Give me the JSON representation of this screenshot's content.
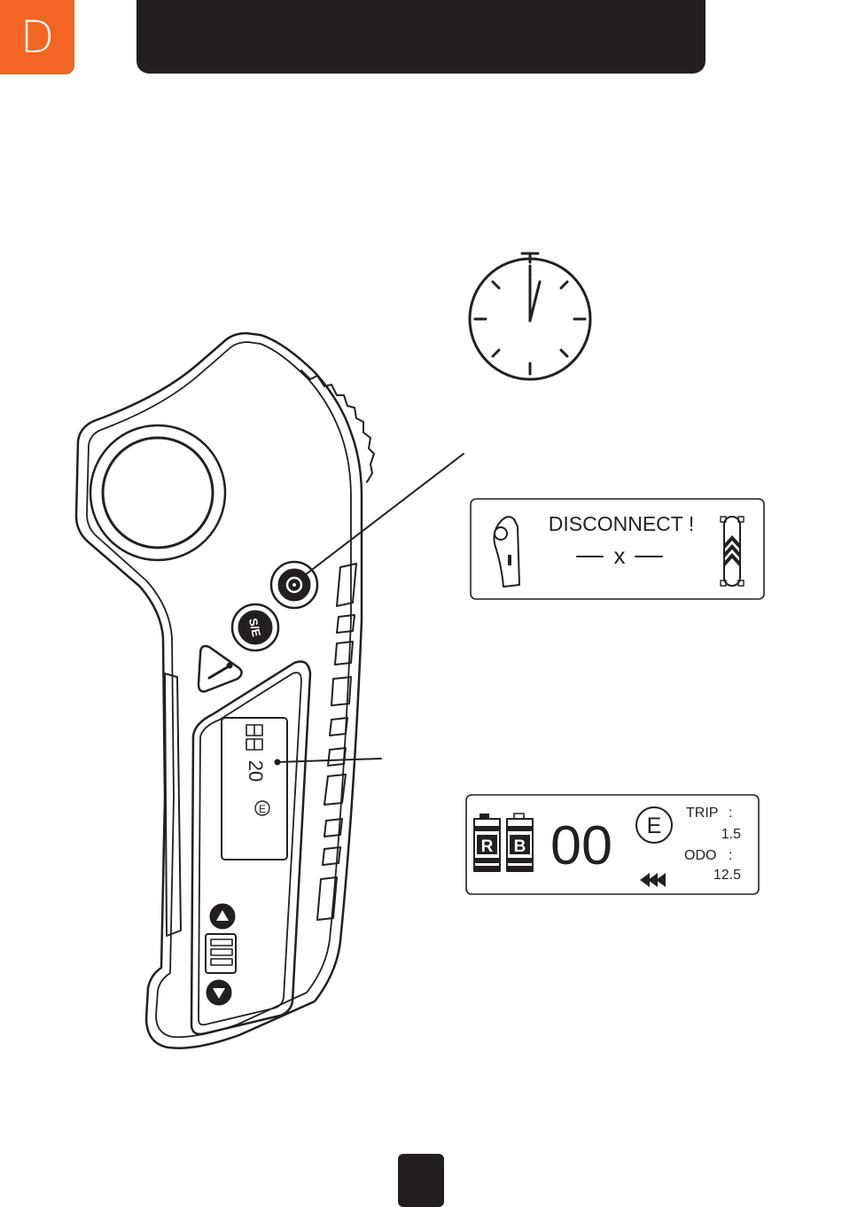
{
  "header": {
    "language_letter": "D",
    "accent_color": "#f26522",
    "bar_color": "#231f20"
  },
  "clock": {
    "icon": "stopwatch-icon"
  },
  "remote": {
    "power_button_icon": "power-icon",
    "mode_button_label": "S/E",
    "speed_mode": "E",
    "screen_speed": "20"
  },
  "disconnect_screen": {
    "title": "DISCONNECT !",
    "separator_mark": "x",
    "remote_icon": "remote-icon",
    "board_icon": "skateboard-icon"
  },
  "status_screen": {
    "remote_battery_label": "R",
    "board_battery_label": "B",
    "speed": "00",
    "mode": "E",
    "trip_label": "TRIP",
    "trip_value": "1.5",
    "odo_label": "ODO",
    "odo_value": "12.5",
    "colon": ":",
    "direction_icon": "triple-chevron-left-icon"
  }
}
